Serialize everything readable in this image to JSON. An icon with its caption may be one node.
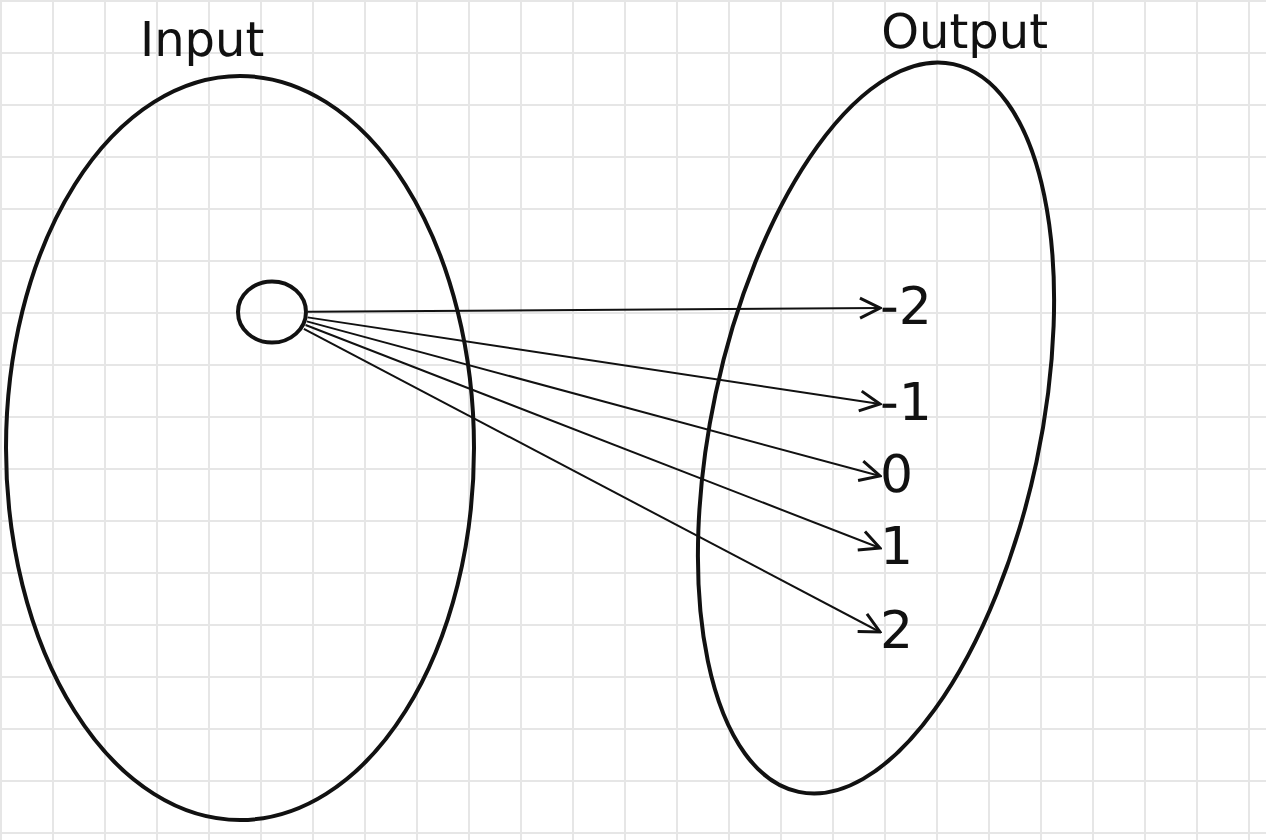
{
  "diagram": {
    "nodes": [
      {
        "text": [
          "Input"
        ]
      },
      {
        "text": [],
        "shape": "circle",
        "in": 0
      },
      {
        "text": [
          "Output"
        ]
      },
      {
        "text": [
          "-2"
        ],
        "in": 2
      },
      {
        "text": [
          "-1"
        ],
        "in": 2
      },
      {
        "text": [
          "0"
        ],
        "in": 2
      },
      {
        "text": [
          "1"
        ],
        "in": 2
      },
      {
        "text": [
          "2"
        ],
        "in": 2
      }
    ],
    "edges": [
      {
        "from": 1,
        "to": 3,
        "arrow": "to"
      },
      {
        "from": 1,
        "to": 4,
        "arrow": "to"
      },
      {
        "from": 1,
        "to": 5,
        "arrow": "to"
      },
      {
        "from": 1,
        "to": 6,
        "arrow": "to"
      },
      {
        "from": 1,
        "to": 7,
        "arrow": "to"
      }
    ]
  }
}
